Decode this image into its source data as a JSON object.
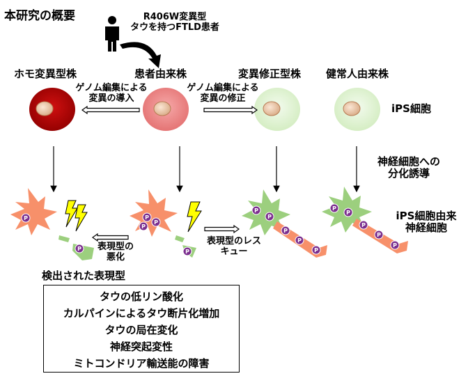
{
  "title": "本研究の概要",
  "patient_label": [
    "R406W変異型",
    "タウを持つFTLD患者"
  ],
  "cell_lines": [
    {
      "label": "ホモ変異型株",
      "color": "#a80000"
    },
    {
      "label": "患者由来株",
      "color": "#f08a8a"
    },
    {
      "label": "変異修正型株",
      "color": "#dbf0cc"
    },
    {
      "label": "健常人由来株",
      "color": "#dbf0cc"
    }
  ],
  "edit_intro_label": [
    "ゲノム編集による",
    "変異の導入"
  ],
  "edit_fix_label": [
    "ゲノム編集による",
    "変異の修正"
  ],
  "ips_label": "iPS細胞",
  "differentiation_label": [
    "神経細胞への",
    "分化誘導"
  ],
  "neuron_label": [
    "iPS細胞由来",
    "神経細胞"
  ],
  "worsen_label": [
    "表現型の",
    "悪化"
  ],
  "rescue_label": [
    "表現型のレス",
    "キュー"
  ],
  "phospho_symbol": "P",
  "detected_heading": "検出された表現型",
  "phenotypes": [
    "タウの低リン酸化",
    "カルパインによるタウ断片化増加",
    "タウの局在変化",
    "神経突起変性",
    "ミトコンドリア輸送能の障害"
  ]
}
